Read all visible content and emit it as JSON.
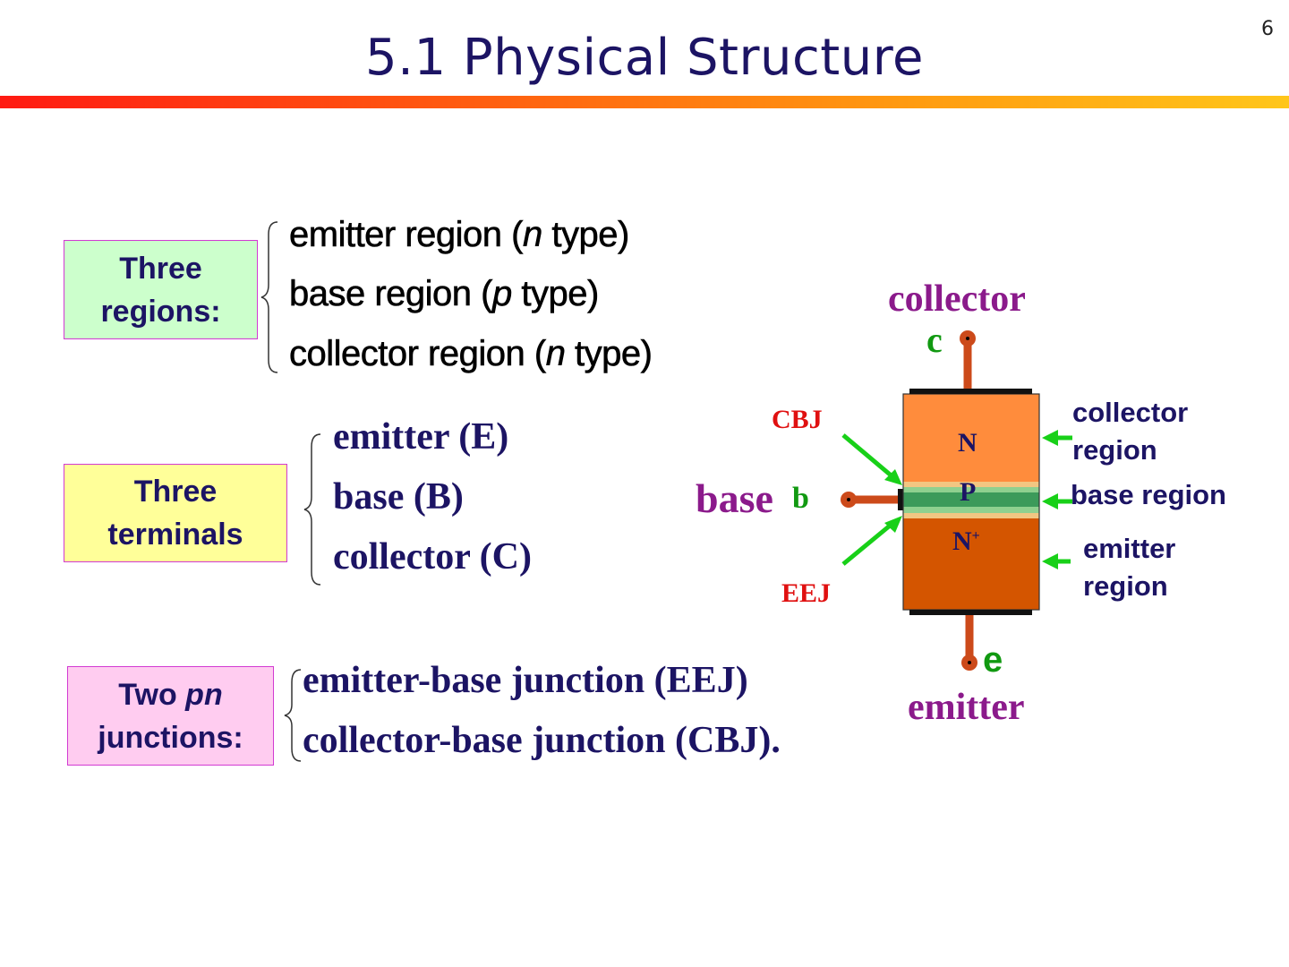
{
  "slide": {
    "number": "6",
    "title": "5.1   Physical Structure"
  },
  "groups": [
    {
      "label_line1": "Three",
      "label_line2": "regions:",
      "box_color": "#ccffcc",
      "items": [
        {
          "text": "emitter region (",
          "italic": "n",
          "after": " type)"
        },
        {
          "text": "base region (",
          "italic": "p",
          "after": " type)"
        },
        {
          "text": "collector region (",
          "italic": "n",
          "after": " type)"
        }
      ]
    },
    {
      "label_line1": "Three",
      "label_line2": "terminals",
      "box_color": "#ffff99",
      "items": [
        {
          "text": "emitter (E)"
        },
        {
          "text": "base (B)"
        },
        {
          "text": "collector (C)"
        }
      ]
    },
    {
      "label_line1_prefix": "Two ",
      "label_line1_italic": "pn",
      "label_line2": "junctions:",
      "box_color": "#ffccf0",
      "items": [
        {
          "text": "emitter-base junction (EEJ)"
        },
        {
          "text": "collector-base junction (CBJ)."
        }
      ]
    }
  ],
  "diagram": {
    "collector_word": "collector",
    "collector_letter": "c",
    "base_word": "base",
    "base_letter": "b",
    "emitter_word": "emitter",
    "emitter_letter": "e",
    "cbj_label": "CBJ",
    "eej_label": "EEJ",
    "layer_n": "N",
    "layer_p": "P",
    "layer_n_plus": "N",
    "layer_n_plus_sup": "+",
    "collector_region_label": "collector region",
    "base_region_label": "base region",
    "emitter_region_label": "emitter region",
    "colors": {
      "terminal_word": "#8b1a8b",
      "terminal_letter": "#119911",
      "junction_label": "#e01010",
      "collector_layer": "#ff8c3c",
      "emitter_layer": "#d45500",
      "base_layer": "#3c9a5a",
      "lead": "#cc4a1a",
      "arrow": "#18d018"
    }
  }
}
